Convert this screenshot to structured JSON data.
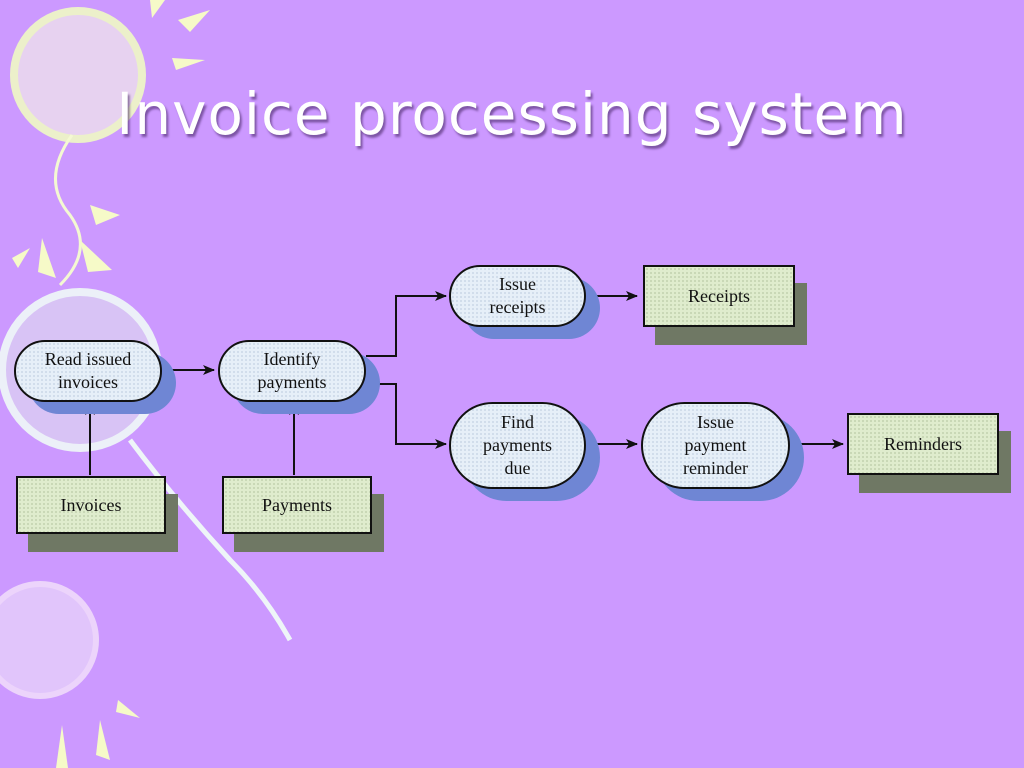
{
  "slide": {
    "title": "Invoice processing system"
  },
  "diagram": {
    "processes": {
      "read": "Read issued\ninvoices",
      "identify": "Identify\npayments",
      "issue_receipts": "Issue\nreceipts",
      "find_due": "Find\npayments\ndue",
      "issue_reminder": "Issue\npayment\nreminder"
    },
    "stores": {
      "invoices": "Invoices",
      "payments": "Payments",
      "receipts": "Receipts",
      "reminders": "Reminders"
    }
  },
  "colors": {
    "background": "#cc99ff",
    "process_fill": "#e6eff8",
    "process_shadow": "#6f86d4",
    "store_fill": "#dfeccd",
    "store_shadow": "#6f7864"
  }
}
